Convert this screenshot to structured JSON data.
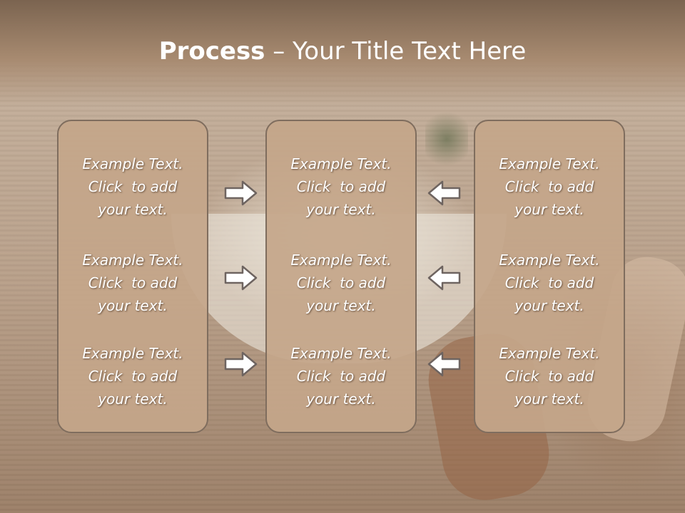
{
  "slide": {
    "title_bold": "Process",
    "title_rest": " – Your Title Text Here"
  },
  "columns": [
    {
      "items": [
        {
          "line1": "Example Text.",
          "line2": "Click  to add",
          "line3": "your text."
        },
        {
          "line1": "Example Text.",
          "line2": "Click  to add",
          "line3": "your text."
        },
        {
          "line1": "Example Text.",
          "line2": "Click  to add",
          "line3": "your text."
        }
      ]
    },
    {
      "items": [
        {
          "line1": "Example Text.",
          "line2": "Click  to add",
          "line3": "your text."
        },
        {
          "line1": "Example Text.",
          "line2": "Click  to add",
          "line3": "your text."
        },
        {
          "line1": "Example Text.",
          "line2": "Click  to add",
          "line3": "your text."
        }
      ]
    },
    {
      "items": [
        {
          "line1": "Example Text.",
          "line2": "Click  to add",
          "line3": "your text."
        },
        {
          "line1": "Example Text.",
          "line2": "Click  to add",
          "line3": "your text."
        },
        {
          "line1": "Example Text.",
          "line2": "Click  to add",
          "line3": "your text."
        }
      ]
    }
  ],
  "arrows": {
    "left_group": [
      "arrow-right-icon",
      "arrow-right-icon",
      "arrow-right-icon"
    ],
    "right_group": [
      "arrow-left-icon",
      "arrow-left-icon",
      "arrow-left-icon"
    ]
  },
  "colors": {
    "box_fill": "#c4a68a",
    "box_border": "#7f6d5e",
    "title_bar": "#7b6450",
    "text": "#ffffff"
  }
}
